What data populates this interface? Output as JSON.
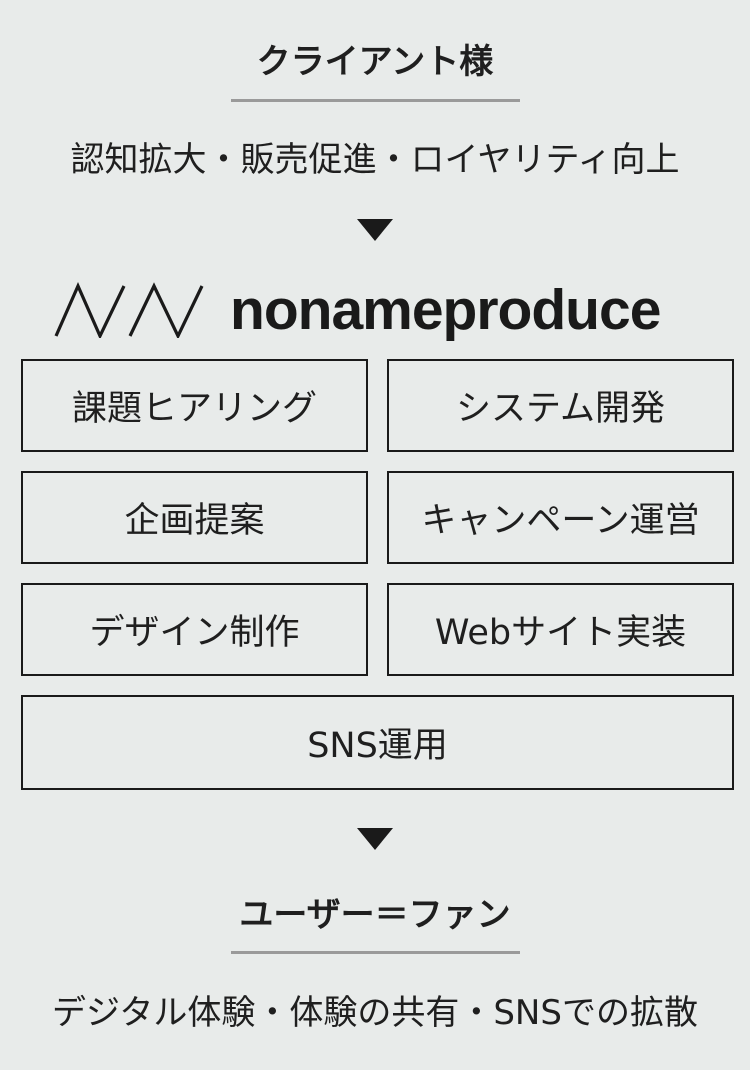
{
  "top": {
    "heading": "クライアント様",
    "subtitle": "認知拡大・販売促進・ロイヤリティ向上"
  },
  "brand": {
    "name": "nonameproduce",
    "logo_icon": "zigzag-logo-icon"
  },
  "services": [
    "課題ヒアリング",
    "システム開発",
    "企画提案",
    "キャンペーン運営",
    "デザイン制作",
    "Webサイト実装",
    "SNS運用"
  ],
  "bottom": {
    "heading": "ユーザー＝ファン",
    "subtitle": "デジタル体験・体験の共有・SNSでの拡散"
  },
  "colors": {
    "background": "#e8ebea",
    "text": "#1f1f1f",
    "rule": "#9a9a9a"
  }
}
